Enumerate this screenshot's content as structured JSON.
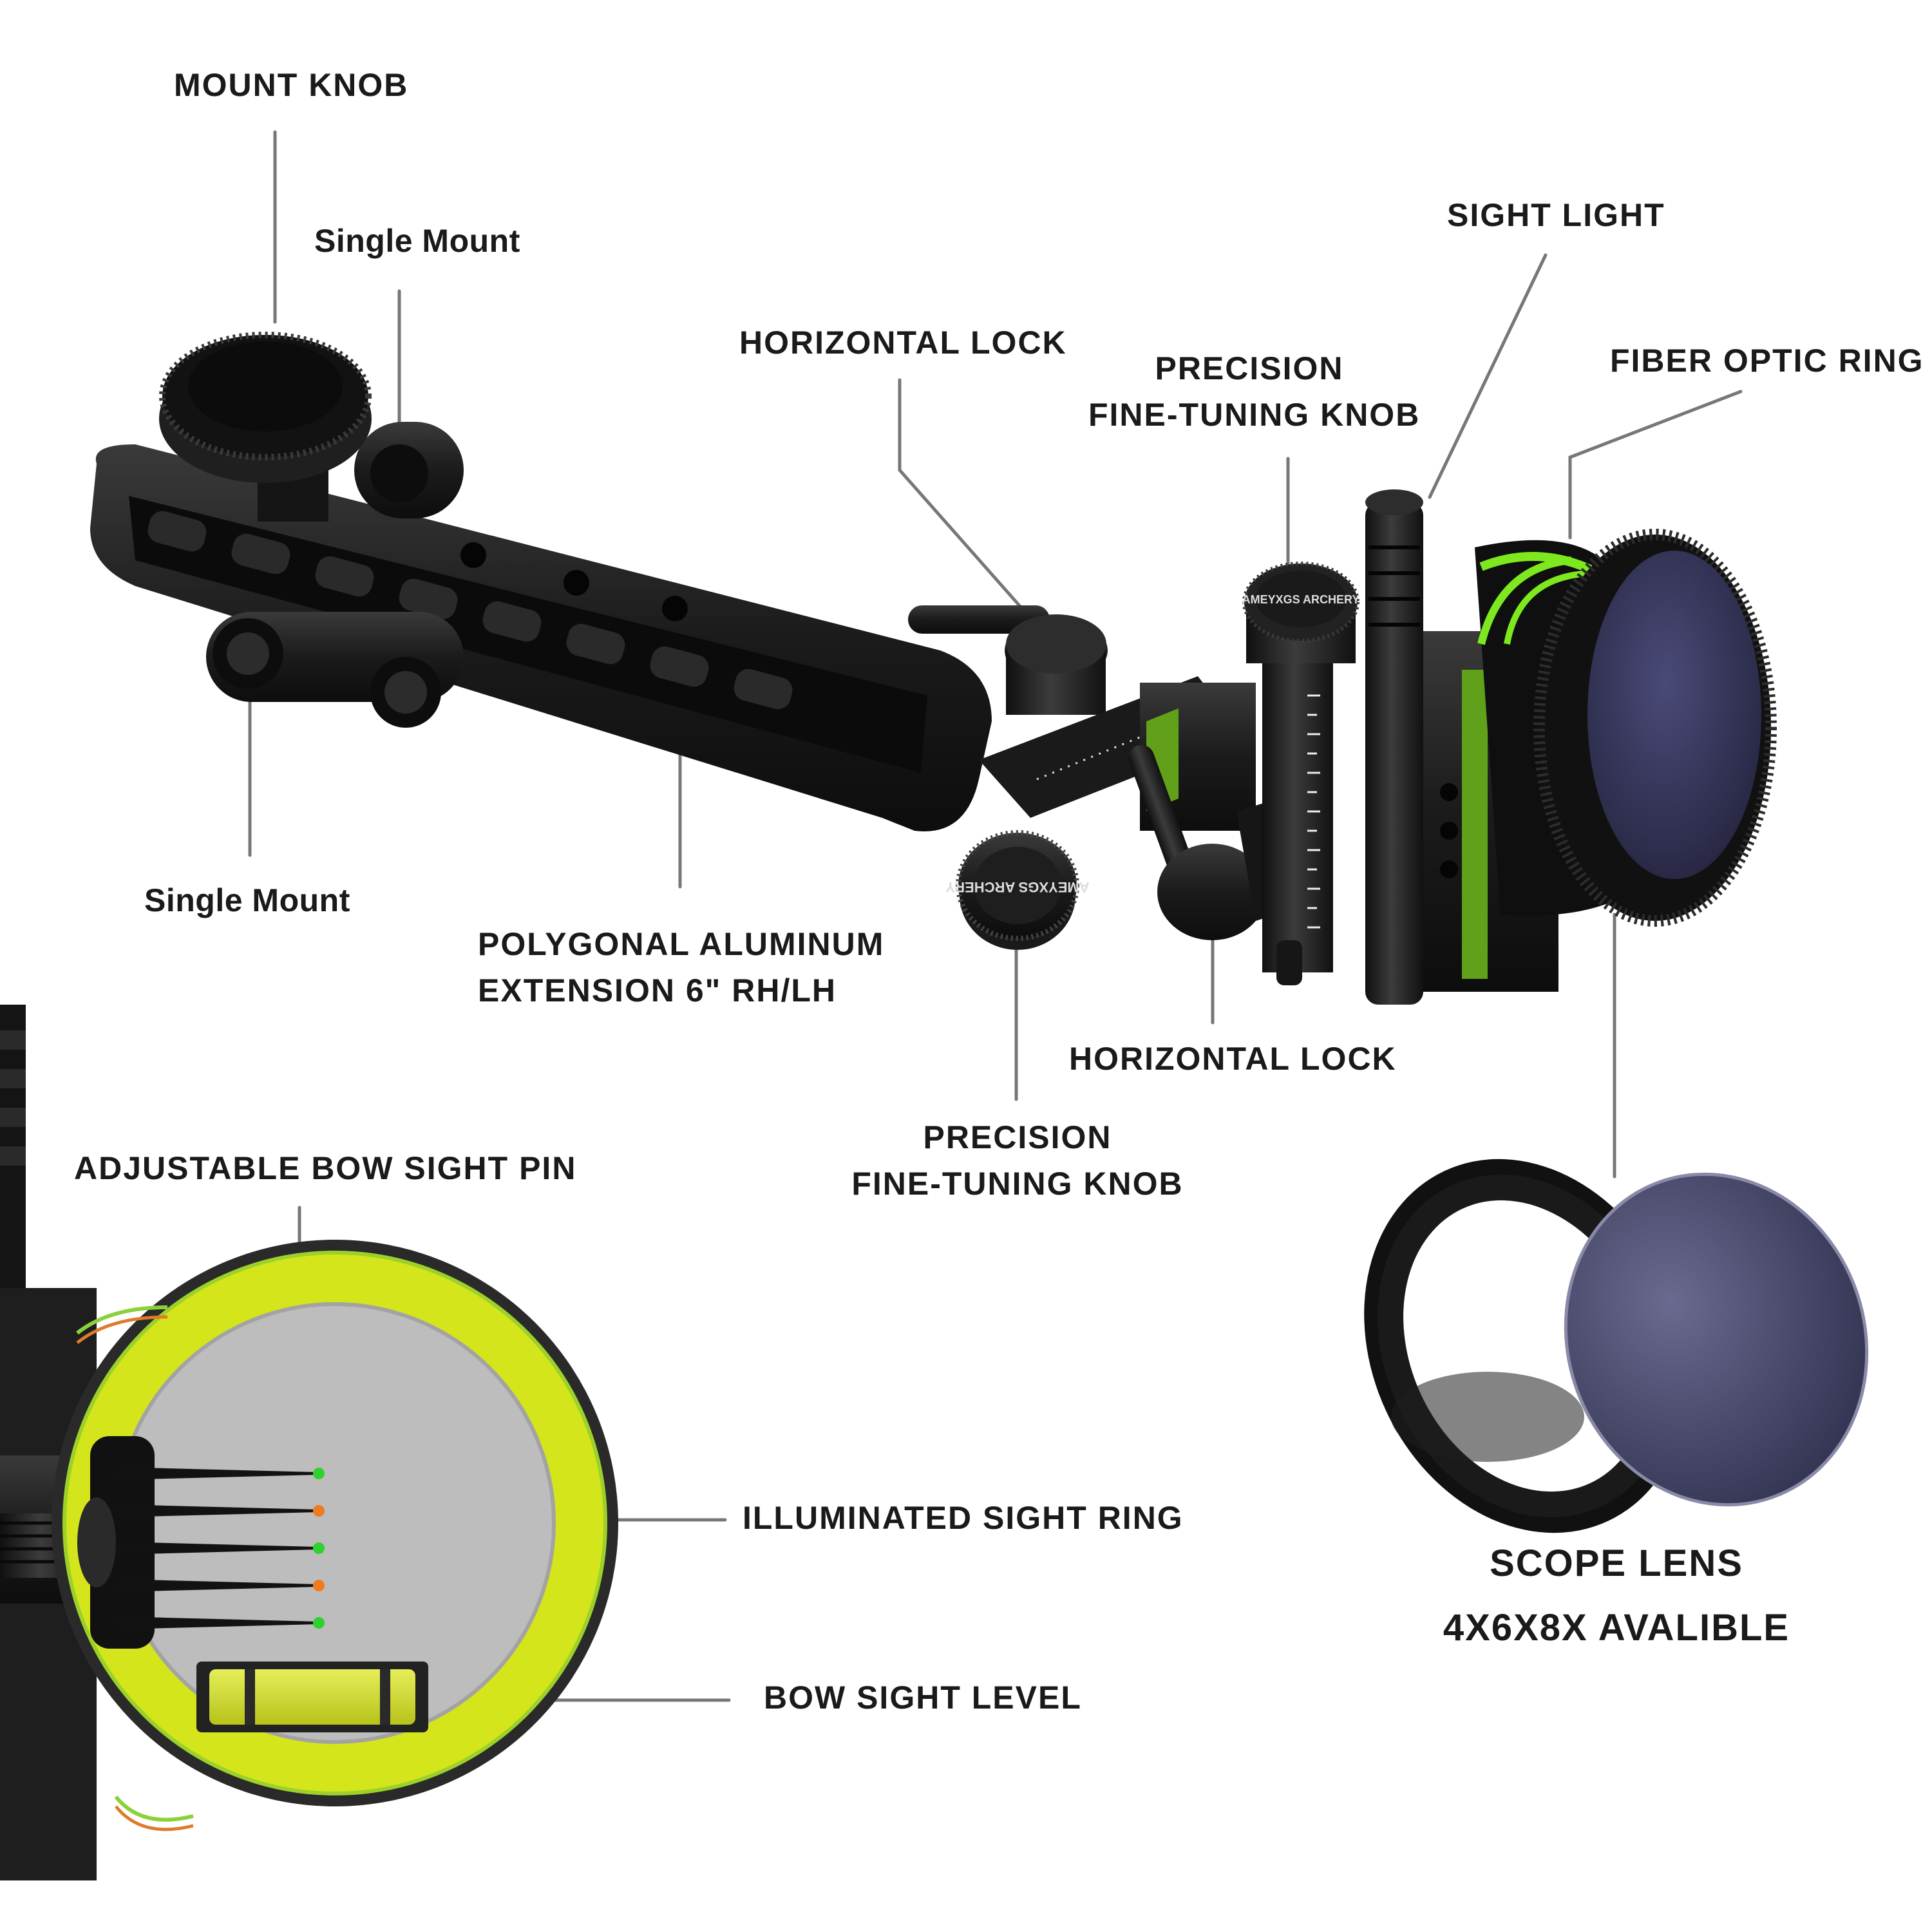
{
  "brand_text": "AMEYXGS ARCHERY",
  "colors": {
    "background": "#ffffff",
    "label_text": "#1a1a1a",
    "leader_line": "#777777",
    "metal_black": "#1c1c1c",
    "ring_yellow_green": "#d4e51c",
    "fiber_green": "#7ee81f",
    "lens_tint": "#3a3a5e"
  },
  "labels": {
    "mount_knob": "MOUNT KNOB",
    "single_mount_top": "Single Mount",
    "horizontal_lock_top": "HORIZONTAL LOCK",
    "precision_knob_top_line1": "PRECISION",
    "precision_knob_top_line2": "FINE-TUNING KNOB",
    "sight_light": "SIGHT LIGHT",
    "fiber_optic_ring": "FIBER OPTIC RING",
    "single_mount_bottom": "Single Mount",
    "extension_line1": "POLYGONAL ALUMINUM",
    "extension_line2": "EXTENSION 6\" RH/LH",
    "horizontal_lock_bottom": "HORIZONTAL LOCK",
    "precision_knob_bottom_line1": "PRECISION",
    "precision_knob_bottom_line2": "FINE-TUNING KNOB",
    "adjustable_pin": "ADJUSTABLE BOW SIGHT PIN",
    "illuminated_ring": "ILLUMINATED SIGHT RING",
    "bow_sight_level": "BOW SIGHT LEVEL",
    "scope_lens_line1": "SCOPE LENS",
    "scope_lens_line2": "4X6X8X AVALIBLE"
  },
  "sight_pins": {
    "count": 5,
    "dot_colors": [
      "#2fd12f",
      "#f07a1e",
      "#2fd12f",
      "#f07a1e",
      "#2fd12f"
    ]
  }
}
